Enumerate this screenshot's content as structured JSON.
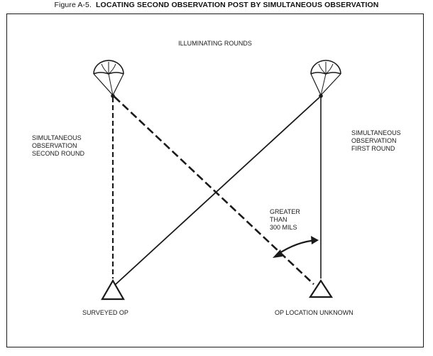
{
  "figure": {
    "number": "Figure A-5.",
    "caption": "LOCATING SECOND OBSERVATION POST BY SIMULTANEOUS OBSERVATION"
  },
  "labels": {
    "illuminating_rounds": "ILLUMINATING ROUNDS",
    "second_round": [
      "SIMULTANEOUS",
      "OBSERVATION",
      "SECOND ROUND"
    ],
    "first_round": [
      "SIMULTANEOUS",
      "OBSERVATION",
      "FIRST ROUND"
    ],
    "angle_note": [
      "GREATER",
      "THAN",
      "300 MILS"
    ],
    "surveyed_op": "SURVEYED OP",
    "op_unknown": "OP LOCATION UNKNOWN"
  },
  "icons": {
    "parachute_flare": "parachute-icon",
    "observation_post": "triangle-icon",
    "angle_arrow": "double-arrow-icon"
  }
}
